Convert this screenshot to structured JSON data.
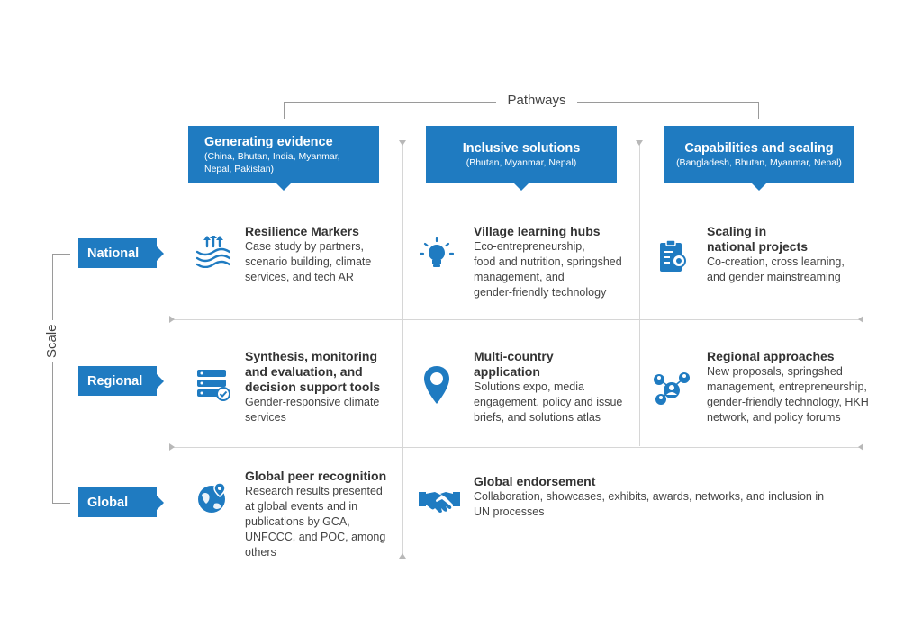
{
  "pathways": {
    "label": "Pathways",
    "items": [
      {
        "title": "Generating evidence",
        "subtitle_line1": "(China, Bhutan, India, Myanmar,",
        "subtitle_line2": "Nepal, Pakistan)"
      },
      {
        "title": "Inclusive solutions",
        "subtitle_line1": "(Bhutan, Myanmar, Nepal)"
      },
      {
        "title": "Capabilities and scaling",
        "subtitle_line1": "(Bangladesh, Bhutan, Myanmar, Nepal)"
      }
    ]
  },
  "scale": {
    "label": "Scale",
    "levels": [
      "National",
      "Regional",
      "Global"
    ]
  },
  "cells": {
    "national": [
      {
        "icon": "resilience-waves-icon",
        "title_lines": [
          "Resilience  Markers"
        ],
        "desc_lines": [
          "Case study by partners,",
          "scenario building, climate",
          "services, and tech AR"
        ]
      },
      {
        "icon": "lightbulb-icon",
        "title_lines": [
          "Village learning hubs"
        ],
        "desc_lines": [
          "Eco-entrepreneurship,",
          "food and nutrition, springshed",
          "management, and",
          "gender-friendly technology"
        ]
      },
      {
        "icon": "clipboard-icon",
        "title_lines": [
          "Scaling in",
          "national projects"
        ],
        "desc_lines": [
          "Co-creation, cross learning,",
          "and gender mainstreaming"
        ]
      }
    ],
    "regional": [
      {
        "icon": "server-check-icon",
        "title_lines": [
          "Synthesis, monitoring",
          "and evaluation, and",
          "decision support tools"
        ],
        "desc_lines": [
          "Gender-responsive climate",
          "services"
        ]
      },
      {
        "icon": "location-pin-icon",
        "title_lines": [
          "Multi-country",
          "application"
        ],
        "desc_lines": [
          "Solutions expo, media",
          "engagement, policy and issue",
          "briefs, and solutions atlas"
        ]
      },
      {
        "icon": "people-network-icon",
        "title_lines": [
          "Regional approaches"
        ],
        "desc_lines": [
          "New proposals, springshed",
          "management, entrepreneurship,",
          "gender-friendly technology, HKH",
          "network, and policy forums"
        ]
      }
    ],
    "global": [
      {
        "icon": "globe-pin-icon",
        "title_lines": [
          "Global peer recognition"
        ],
        "desc_lines": [
          "Research results presented",
          "at global events and in",
          "publications by GCA,",
          "UNFCCC, and POC, among",
          "others"
        ]
      },
      {
        "icon": "handshake-icon",
        "title_lines": [
          "Global endorsement"
        ],
        "desc_lines": [
          "Collaboration, showcases, exhibits, awards, networks, and inclusion in",
          "UN processes"
        ]
      }
    ]
  },
  "colors": {
    "accent": "#1f7bc1",
    "line": "#9a9a9a",
    "divider": "#d6d6d6"
  }
}
